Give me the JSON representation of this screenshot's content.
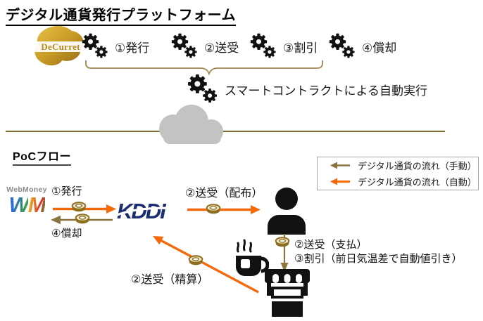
{
  "colors": {
    "auto_flow": "#f5690a",
    "manual_flow": "#8c7340",
    "kddi_navy": "#1b2d72",
    "decurret_gold": "#c89b25",
    "cloud_gray": "#c3c3c3"
  },
  "platform": {
    "title": "デジタル通貨発行プラットフォーム",
    "decurret": "DeCurret",
    "functions": [
      "①発行",
      "②送受",
      "③割引",
      "④償却"
    ],
    "smart_contract": "スマートコントラクトによる自動実行"
  },
  "poc": {
    "title": "PoCフロー",
    "legend": {
      "manual": "デジタル通貨の流れ（手動）",
      "auto": "デジタル通貨の流れ（自動）"
    },
    "webmoney": {
      "name": "WebMoney",
      "w": "W",
      "m": "M"
    },
    "kddi": "KDDI",
    "labels": {
      "issue": "①発行",
      "redeem": "④償却",
      "distribute": "②送受（配布）",
      "pay": "②送受（支払）",
      "discount": "③割引（前日気温差で自動値引き）",
      "settle": "②送受（精算）"
    }
  }
}
